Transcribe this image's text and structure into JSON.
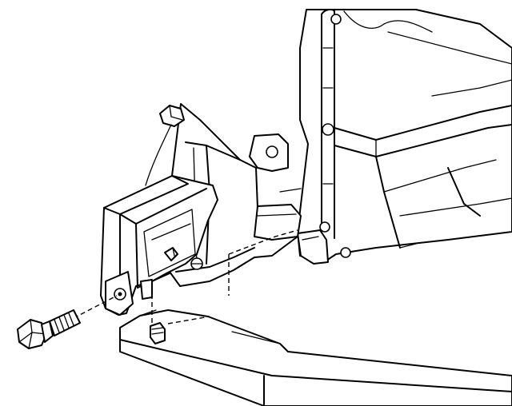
{
  "figure": {
    "parts": [
      "transmission-case",
      "transmission-mount",
      "mount-bracket",
      "crossmember",
      "mount-stud",
      "mounting-bolt"
    ]
  }
}
